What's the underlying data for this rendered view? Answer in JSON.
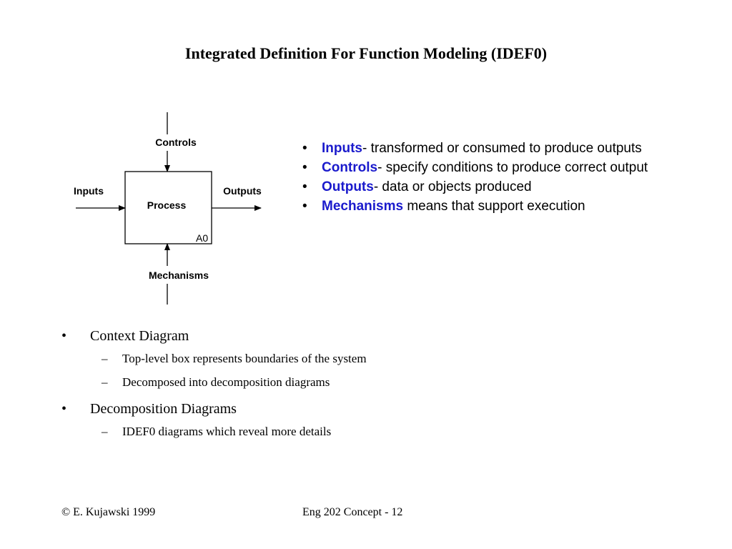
{
  "title": "Integrated Definition For Function Modeling (IDEF0)",
  "diagram": {
    "controls": "Controls",
    "inputs": "Inputs",
    "outputs": "Outputs",
    "process": "Process",
    "node_id": "A0",
    "mechanisms": "Mechanisms"
  },
  "definitions": [
    {
      "bullet": "•",
      "term": "Inputs",
      "desc": "-  transformed or consumed to produce outputs"
    },
    {
      "bullet": "•",
      "term": "Controls",
      "desc": "- specify conditions to produce correct output"
    },
    {
      "bullet": "•",
      "term": "Outputs",
      "desc": "- data or objects produced"
    },
    {
      "bullet": "•",
      "term": "Mechanisms",
      "desc": " means that support execution"
    }
  ],
  "outline": [
    {
      "bullet": "•",
      "text": "Context Diagram",
      "subs": [
        {
          "dash": "–",
          "text": "Top-level box represents boundaries of the system"
        },
        {
          "dash": "–",
          "text": "Decomposed into decomposition diagrams"
        }
      ]
    },
    {
      "bullet": "•",
      "text": "Decomposition Diagrams",
      "subs": [
        {
          "dash": "–",
          "text": "IDEF0 diagrams which reveal more details"
        }
      ]
    }
  ],
  "footer": {
    "copyright": "© E. Kujawski 1999",
    "course": "Eng 202  Concept - 12"
  },
  "colors": {
    "term_blue": "#1a1acc"
  }
}
